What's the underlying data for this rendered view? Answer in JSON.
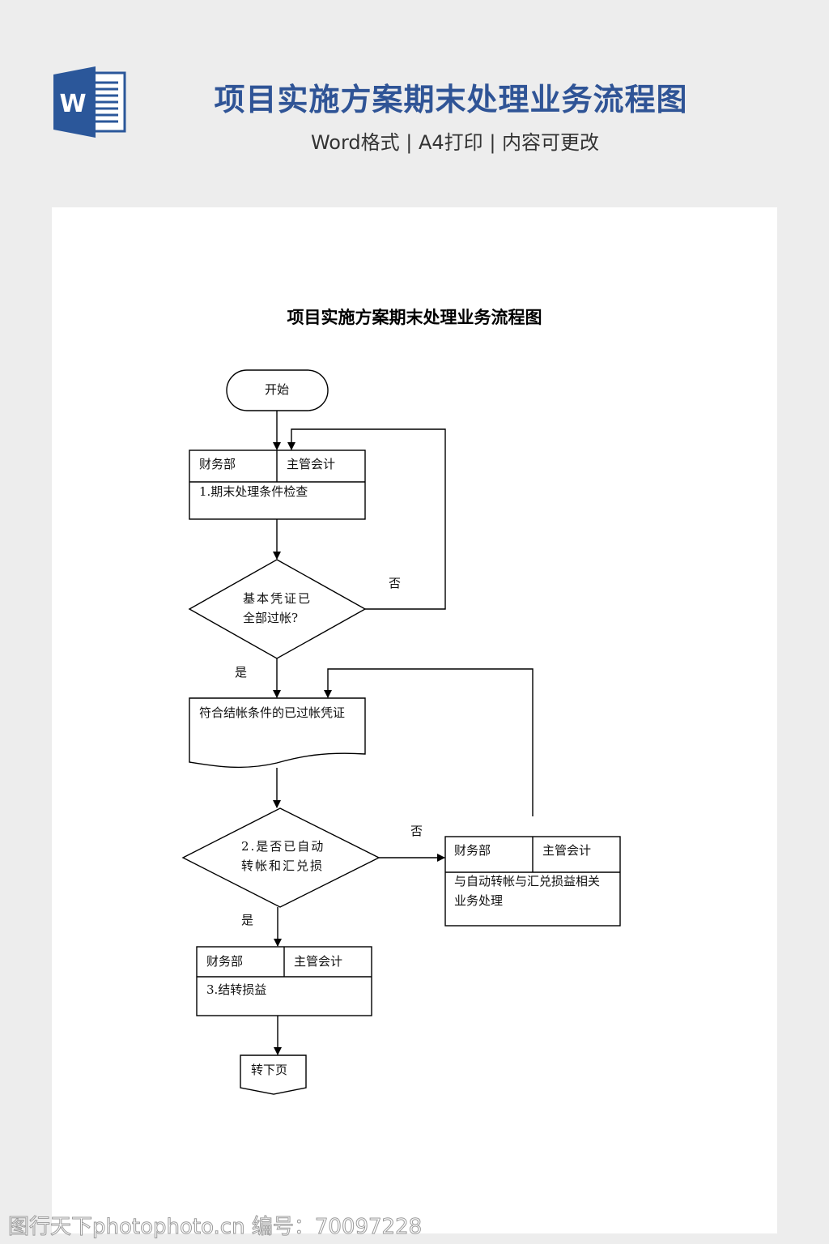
{
  "header": {
    "logo_icon": "word-document-icon",
    "logo_letter": "W",
    "title": "项目实施方案期末处理业务流程图",
    "subtitle": "Word格式 | A4打印 | 内容可更改",
    "accent_color": "#2f5496"
  },
  "document": {
    "title": "项目实施方案期末处理业务流程图"
  },
  "flowchart": {
    "start": "开始",
    "step1": {
      "dept": "财务部",
      "role": "主管会计",
      "task": "1.期末处理条件检查"
    },
    "decision1": {
      "line1": "基本凭证已",
      "line2": "全部过帐?",
      "no_label": "否",
      "yes_label": "是"
    },
    "document_node": "符合结帐条件的已过帐凭证",
    "decision2": {
      "line1": "2.是否已自动",
      "line2": "转帐和汇兑损",
      "no_label": "否",
      "yes_label": "是"
    },
    "side_step": {
      "dept": "财务部",
      "role": "主管会计",
      "task_line1": "与自动转帐与汇兑损益相关",
      "task_line2": "业务处理"
    },
    "step3": {
      "dept": "财务部",
      "role": "主管会计",
      "task": "3.结转损益"
    },
    "offpage": "转下页"
  },
  "watermark": "图行天下photophoto.cn 编号：70097228"
}
